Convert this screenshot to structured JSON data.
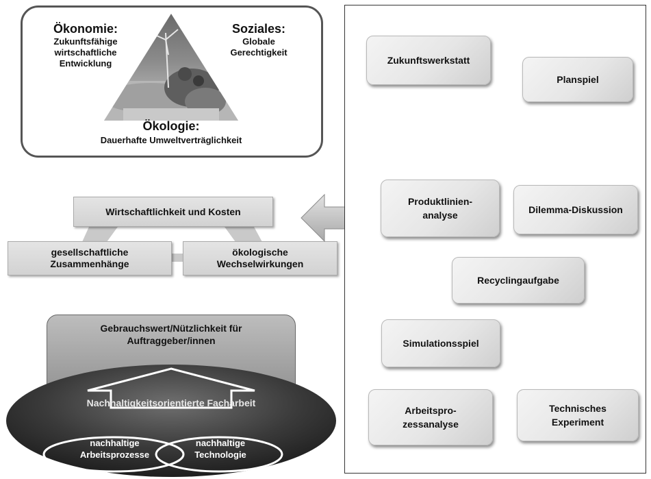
{
  "pillars": {
    "oekonomie": {
      "title": "Ökonomie:",
      "lines": [
        "Zukunftsfähige",
        "wirtschaftliche",
        "Entwicklung"
      ]
    },
    "soziales": {
      "title": "Soziales:",
      "lines": [
        "Globale",
        "Gerechtigkeit"
      ]
    },
    "oekologie": {
      "title": "Ökologie:",
      "subtitle": "Dauerhafte Umweltverträglichkeit"
    }
  },
  "criteria": {
    "wirtschaftlichkeit": "Wirtschaftlichkeit und Kosten",
    "gesellschaftlich": [
      "gesellschaftliche",
      "Zusammenhänge"
    ],
    "oekologisch": [
      "ökologische",
      "Wechselwirkungen"
    ]
  },
  "bottom": {
    "gebrauchswert": [
      "Gebrauchswert/Nützlichkeit für",
      "Auftraggeber/innen"
    ],
    "facharbeit": "Nachhaltigkeitsorientierte Facharbeit",
    "arbeitsprozesse": [
      "nachhaltige",
      "Arbeitsprozesse"
    ],
    "technologie": [
      "nachhaltige",
      "Technologie"
    ]
  },
  "methods": {
    "zukunftswerkstatt": [
      "Zukunftswerkstatt"
    ],
    "planspiel": [
      "Planspiel"
    ],
    "produktlinienanalyse": [
      "Produktlinien-",
      "analyse"
    ],
    "dilemma": [
      "Dilemma-Diskussion"
    ],
    "recycling": [
      "Recyclingaufgabe"
    ],
    "simulation": [
      "Simulationsspiel"
    ],
    "arbeitsprozessanalyse": [
      "Arbeitspro-",
      "zessanalyse"
    ],
    "experiment": [
      "Technisches",
      "Experiment"
    ]
  }
}
